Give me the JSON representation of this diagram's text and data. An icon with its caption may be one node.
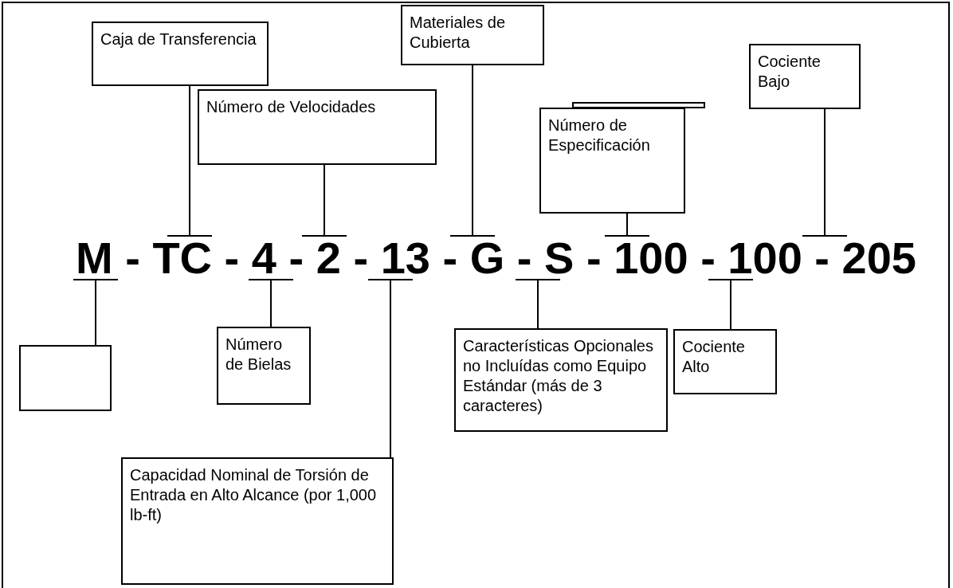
{
  "diagram": {
    "nodes": [
      {
        "text": [
          "Caja de Transferencia"
        ]
      },
      {
        "text": [
          "Materiales de Cubierta"
        ]
      },
      {
        "text": [
          "Número de Velocidades"
        ]
      },
      {
        "text": [],
        "shape": "box"
      },
      {
        "text": [
          "Número de Especificación"
        ]
      },
      {
        "text": [
          "Cociente Bajo"
        ]
      },
      {
        "text": [],
        "shape": "box"
      },
      {
        "text": [
          "Número de Bielas"
        ]
      },
      {
        "text": [
          "Características Opcionales no Incluídas como Equipo Estándar (más de 3 caracteres)"
        ]
      },
      {
        "text": [
          "Cociente Alto"
        ]
      },
      {
        "text": [
          "Capacidad Nominal de Torsión de Entrada en Alto Alcance (por 1,000 lb-ft)"
        ]
      },
      {
        "text": [
          "M - TC - 4 - 2 - 13 - G - S - 100 - 100 - 205"
        ]
      }
    ],
    "edges": [
      {
        "from": 0,
        "to": 11,
        "arrow": "other"
      },
      {
        "from": 1,
        "to": 11,
        "arrow": "other"
      },
      {
        "from": 2,
        "to": 11,
        "arrow": "other"
      },
      {
        "from": 4,
        "to": 11,
        "arrow": "other"
      },
      {
        "from": 5,
        "to": 11,
        "arrow": "other"
      },
      {
        "from": 6,
        "to": 11,
        "arrow": "other"
      },
      {
        "from": 7,
        "to": 11,
        "arrow": "other"
      },
      {
        "from": 8,
        "to": 11,
        "arrow": "other"
      },
      {
        "from": 9,
        "to": 11,
        "arrow": "other"
      },
      {
        "from": 10,
        "to": 11,
        "arrow": "other"
      }
    ]
  }
}
